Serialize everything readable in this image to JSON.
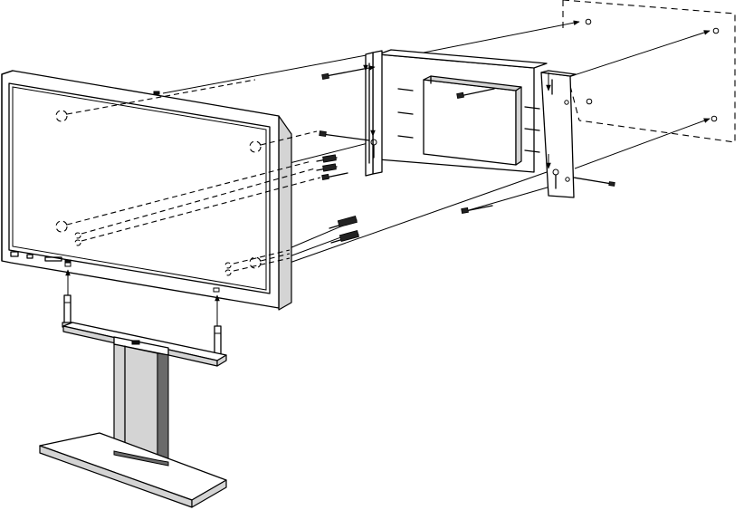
{
  "diagram": {
    "components": [
      {
        "id": "wall",
        "icon": "wall-outline-dashed"
      },
      {
        "id": "wall-bracket",
        "icon": "wall-mount-bracket"
      },
      {
        "id": "display",
        "icon": "flat-panel-display"
      },
      {
        "id": "stand",
        "icon": "pedestal-stand"
      },
      {
        "id": "screws",
        "icon": "screw"
      }
    ],
    "line_color": "#000000",
    "background": "#ffffff"
  }
}
